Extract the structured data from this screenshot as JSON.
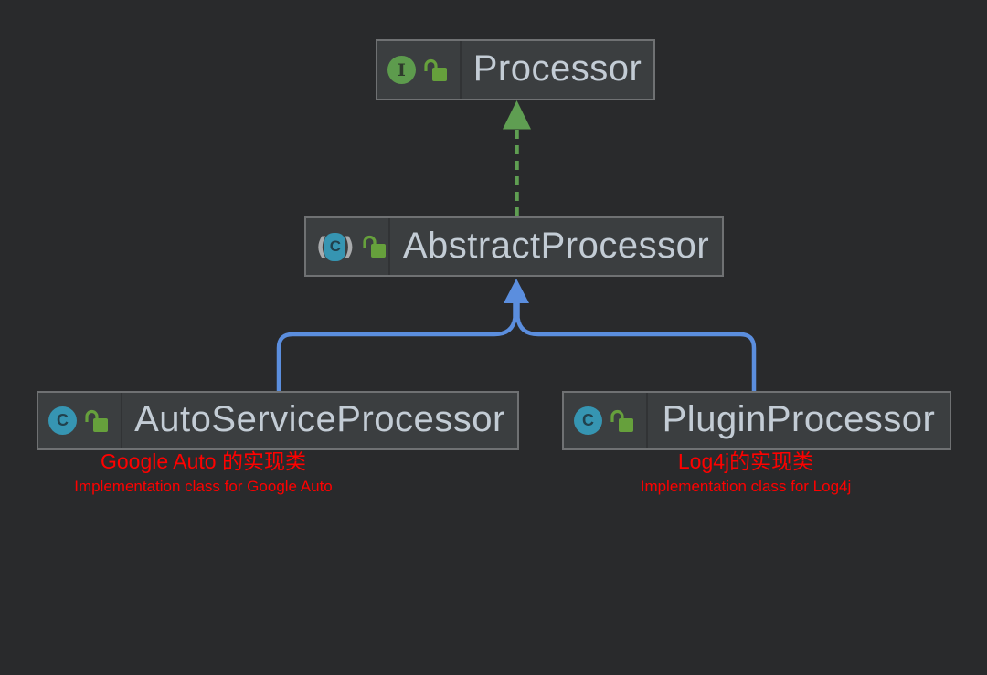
{
  "window": {
    "background": "#292a2c",
    "description": "UML class diagram panel"
  },
  "colors": {
    "node_fill": "#3b3e40",
    "node_border": "#6f7173",
    "node_text": "#c3ccd5",
    "icon_divider": "#313335",
    "interface_green": "#5d9b4d",
    "lock_green": "#66a03c",
    "class_teal": "#3695b2",
    "paren_gray": "#a9abad",
    "implements_edge_green": "#5f9e52",
    "extends_edge_blue": "#5b8ede",
    "annotation_red": "#fe0100"
  },
  "icons": {
    "interface_glyph": "I",
    "class_glyph": "C",
    "abstract_class_glyph": "C",
    "paren_open": "(",
    "paren_close": ")",
    "lock": "open-padlock"
  },
  "nodes": {
    "processor": {
      "label": "Processor",
      "kind": "interface",
      "visibility": "public"
    },
    "abstract_processor": {
      "label": "AbstractProcessor",
      "kind": "abstract-class",
      "visibility": "public"
    },
    "auto_service_processor": {
      "label": "AutoServiceProcessor",
      "kind": "class",
      "visibility": "public"
    },
    "plugin_processor": {
      "label": "PluginProcessor",
      "kind": "class",
      "visibility": "public"
    }
  },
  "edges": [
    {
      "from": "AbstractProcessor",
      "to": "Processor",
      "relation": "implements",
      "style": "dashed",
      "color": "#5f9e52"
    },
    {
      "from": "AutoServiceProcessor",
      "to": "AbstractProcessor",
      "relation": "extends",
      "style": "solid",
      "color": "#5b8ede"
    },
    {
      "from": "PluginProcessor",
      "to": "AbstractProcessor",
      "relation": "extends",
      "style": "solid",
      "color": "#5b8ede"
    }
  ],
  "annotations": {
    "auto_service": {
      "line1": "Google Auto 的实现类",
      "line2": "Implementation class for Google Auto"
    },
    "plugin": {
      "line1": "Log4j的实现类",
      "line2": "Implementation class for Log4j"
    }
  }
}
